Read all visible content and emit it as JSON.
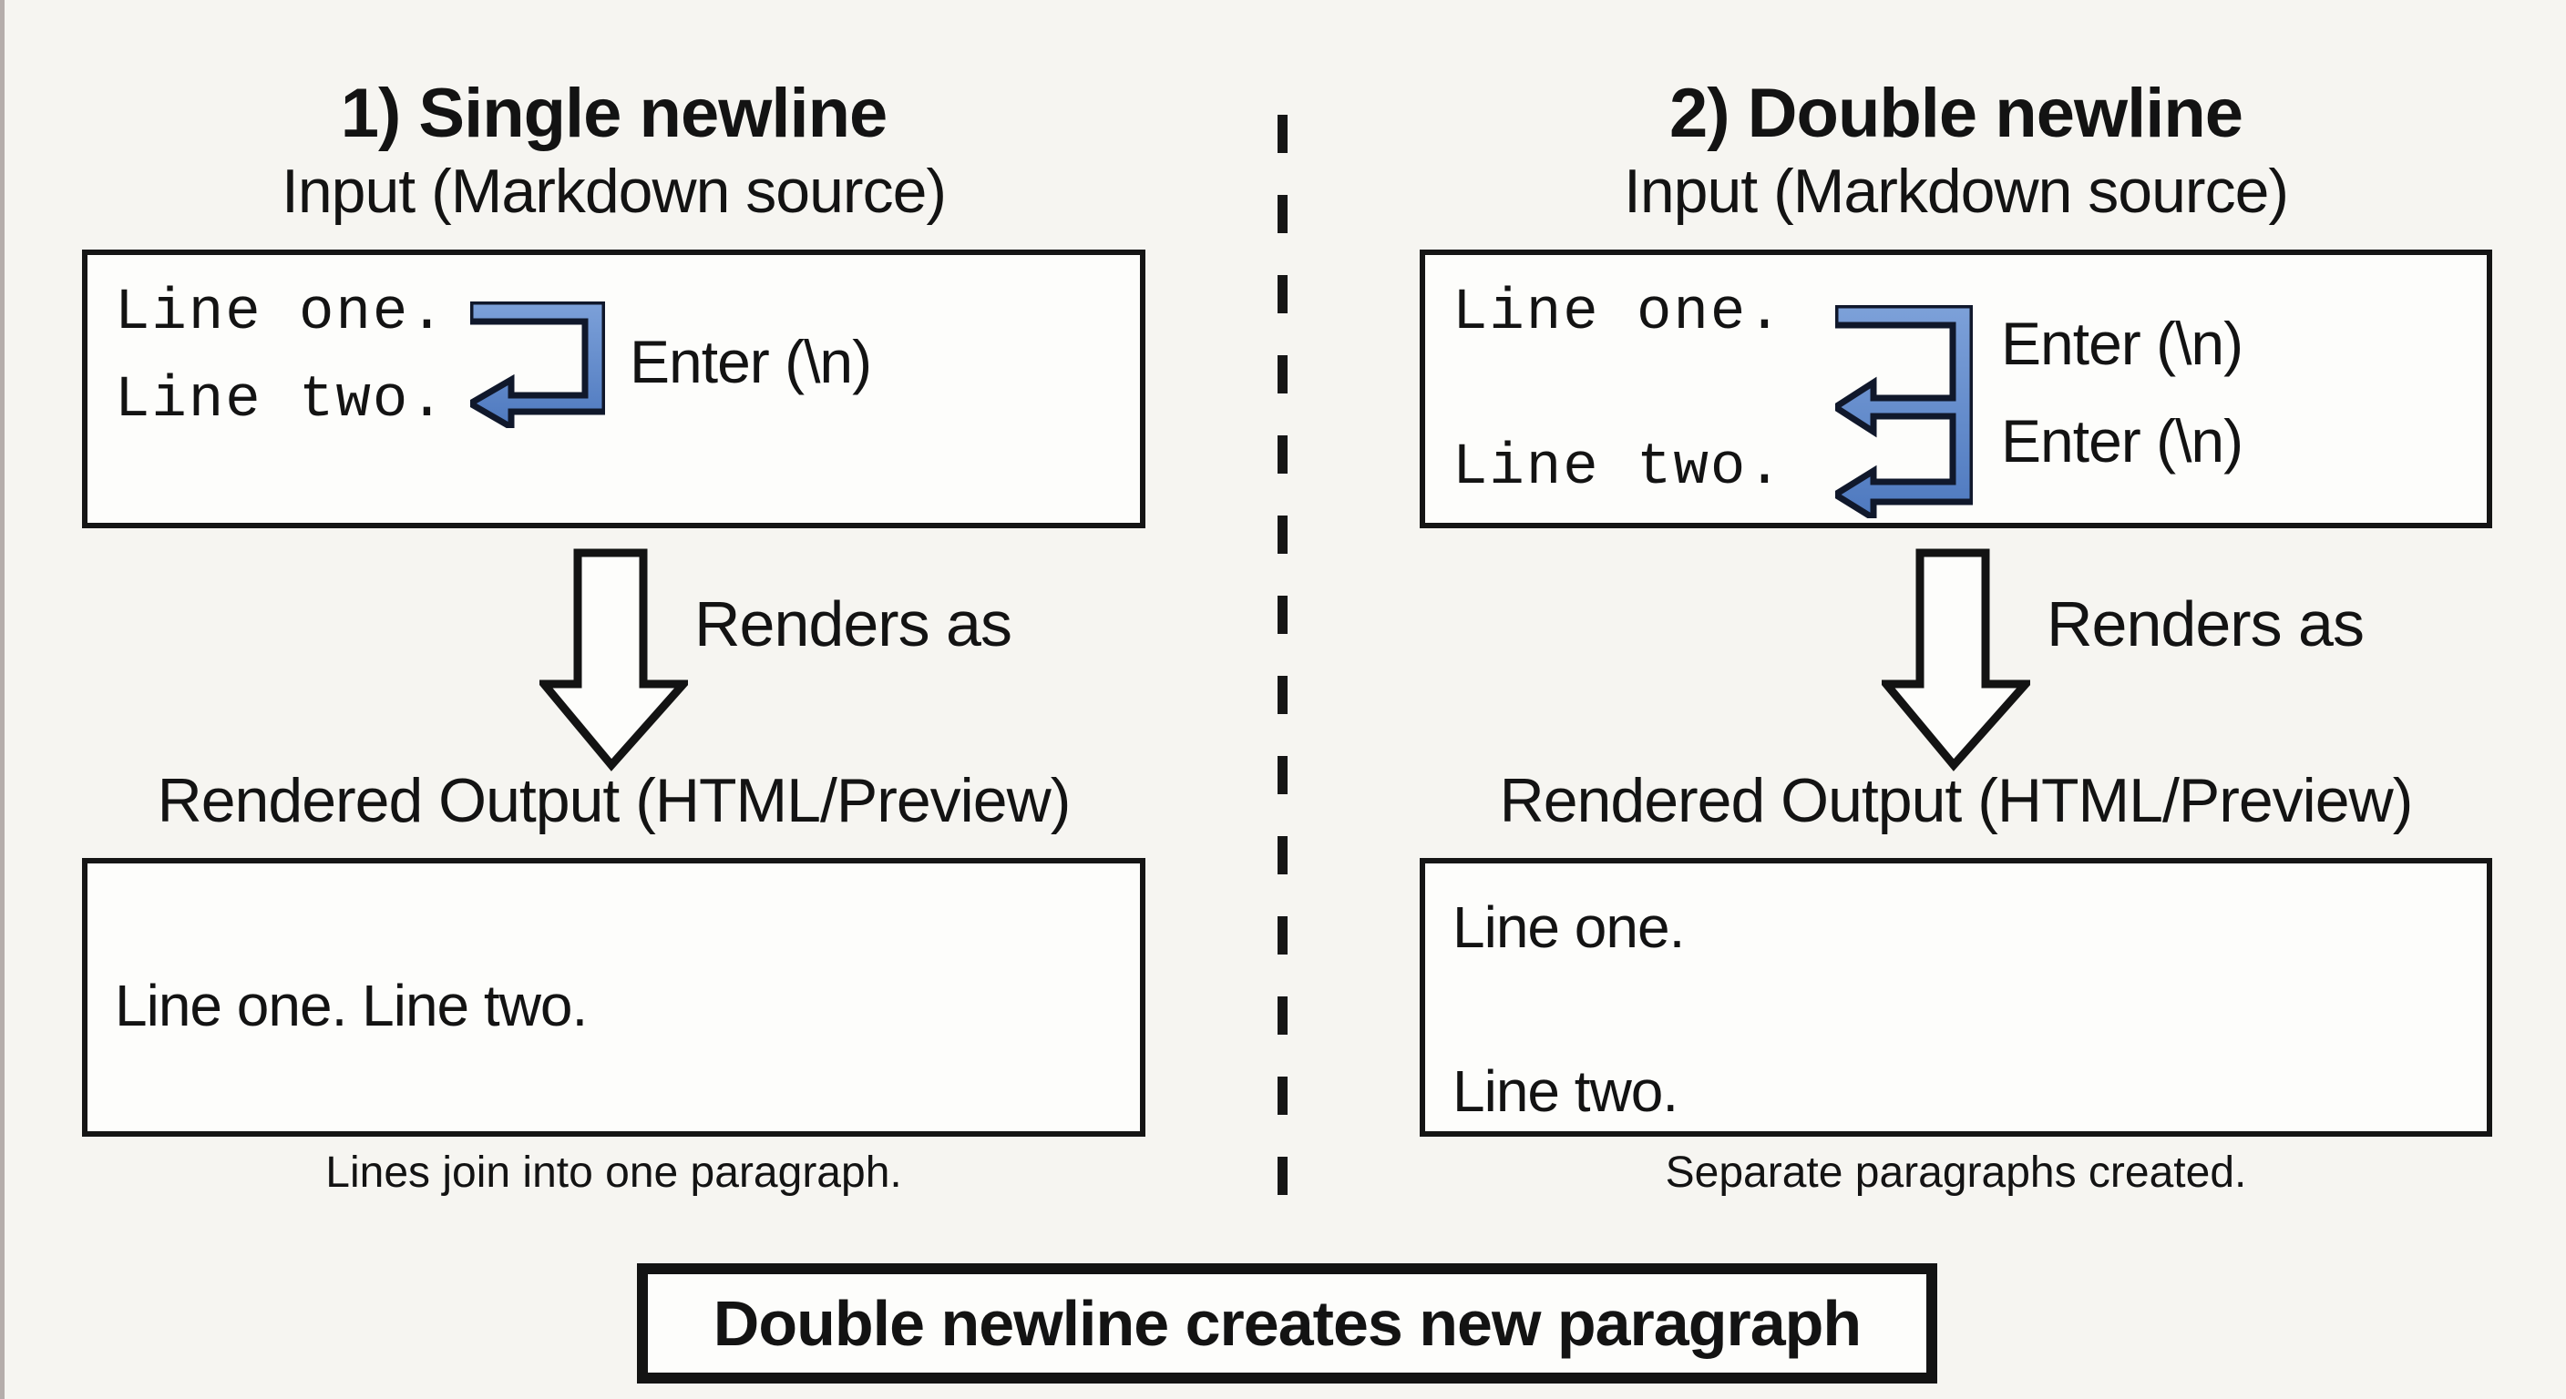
{
  "panels": [
    {
      "title": "1) Single newline",
      "input_label": "Input (Markdown source)",
      "input_lines": [
        "Line one.",
        "Line two."
      ],
      "enter_labels": [
        "Enter (\\n)"
      ],
      "arrow_label": "Renders as",
      "output_label": "Rendered Output (HTML/Preview)",
      "output_lines": [
        "Line one. Line two."
      ],
      "caption": "Lines join into one paragraph."
    },
    {
      "title": "2) Double newline",
      "input_label": "Input (Markdown source)",
      "input_lines": [
        "Line one.",
        "Line two."
      ],
      "enter_labels": [
        "Enter (\\n)",
        "Enter (\\n)"
      ],
      "arrow_label": "Renders as",
      "output_label": "Rendered Output (HTML/Preview)",
      "output_lines": [
        "Line one.",
        "Line two."
      ],
      "caption": "Separate paragraphs created."
    }
  ],
  "footer": {
    "label": "Double newline creates new paragraph"
  },
  "colors": {
    "background": "#f6f5f1",
    "ink": "#131313",
    "box_fill": "#fdfdfb",
    "arrow_blue_light": "#7da1d9",
    "arrow_blue_dark": "#4e79bf",
    "arrow_outline": "#10182b"
  }
}
